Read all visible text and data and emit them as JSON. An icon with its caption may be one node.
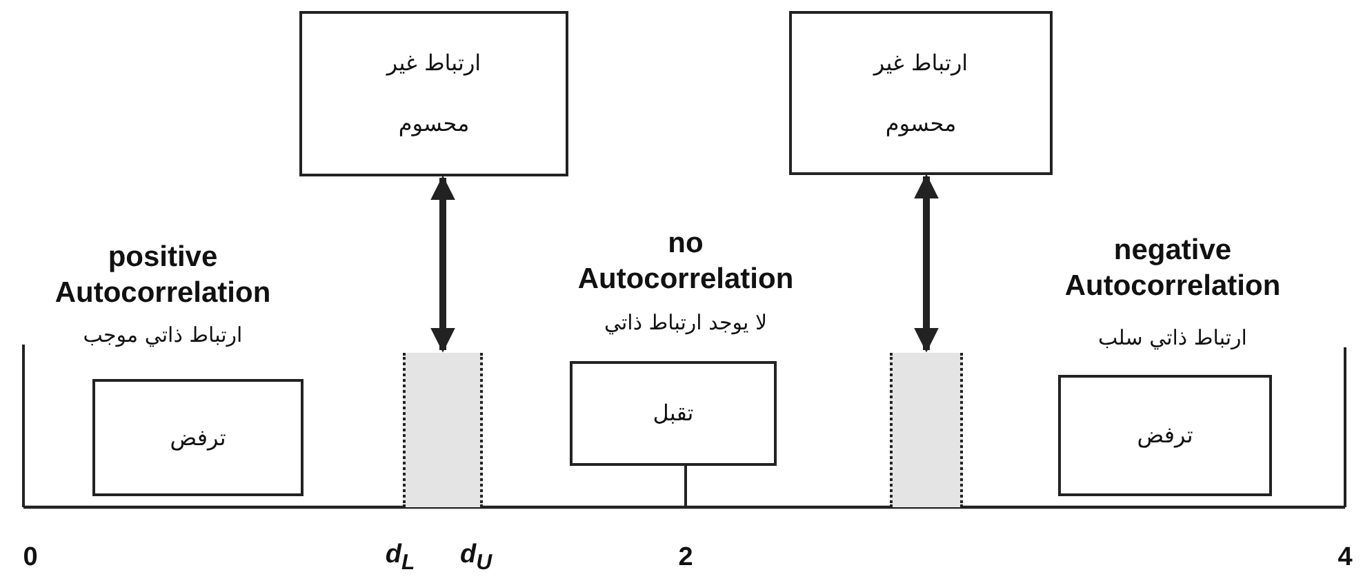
{
  "diagram": {
    "nodes": [
      {
        "text": [
          "ارتباط غير محسوم"
        ]
      },
      {
        "text": [
          "ارتباط غير محسوم"
        ]
      },
      {
        "text": [],
        "shape": "bar"
      },
      {
        "text": [],
        "shape": "bar"
      },
      {
        "text": [
          "ترفض"
        ]
      },
      {
        "text": [
          "تقبل"
        ]
      },
      {
        "text": [
          "ترفض"
        ]
      }
    ],
    "edges": [
      {
        "from": 0,
        "to": 2,
        "arrow": "both"
      },
      {
        "from": 1,
        "to": 3,
        "arrow": "both"
      }
    ],
    "labels": [
      "positive Autocorrelation",
      "ارتباط ذاتي موجب",
      "no Autocorrelation",
      "لا يوجد ارتباط ذاتي",
      "negative Autocorrelation",
      "ارتباط ذاتي سلب",
      "0",
      "d$_{L}$",
      "d$_{U}$",
      "2",
      "4"
    ]
  }
}
